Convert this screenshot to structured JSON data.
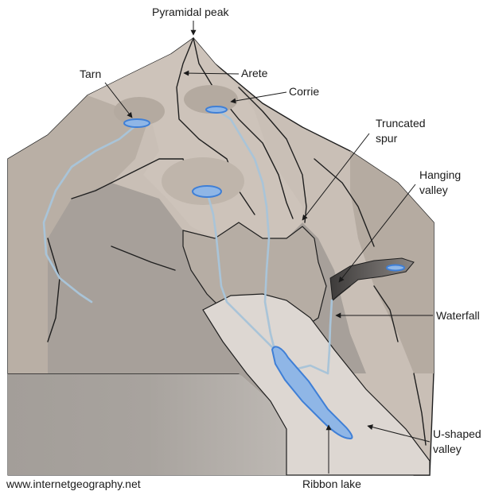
{
  "title": "Pyramidal peak",
  "labels": {
    "pyramidal_peak": "Pyramidal peak",
    "tarn": "Tarn",
    "arete": "Arete",
    "corrie": "Corrie",
    "truncated_spur_line1": "Truncated",
    "truncated_spur_line2": "spur",
    "hanging_valley_line1": "Hanging",
    "hanging_valley_line2": "valley",
    "waterfall": "Waterfall",
    "u_shaped_valley_line1": "U-shaped",
    "u_shaped_valley_line2": "valley",
    "ribbon_lake": "Ribbon lake"
  },
  "credit": "www.internetgeography.net",
  "colors": {
    "mountain_light": "#c9bfb6",
    "mountain_mid": "#b5aba1",
    "mountain_dark": "#9d9893",
    "valley_floor": "#ddd7d2",
    "water": "#8fb6e6",
    "water_outline": "#3f7fd6",
    "stream": "#a9c4d8"
  }
}
